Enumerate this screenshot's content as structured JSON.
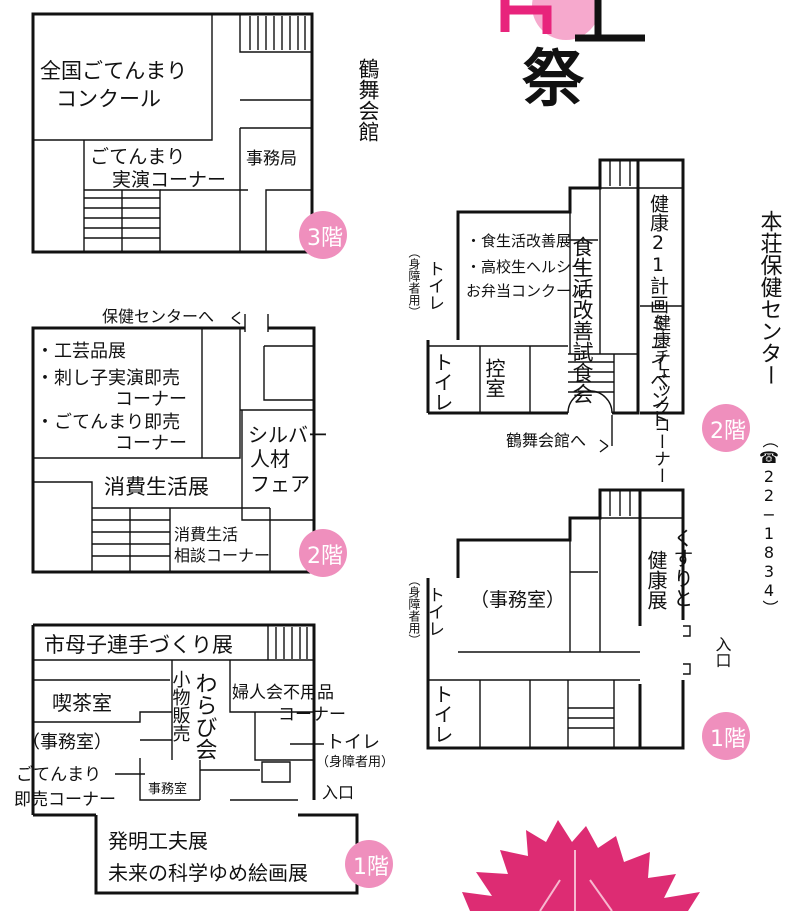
{
  "title": {
    "partial": "祭"
  },
  "colors": {
    "badge": "#ef8fbd",
    "leaf": "#dd2c73",
    "title_pink": "#e8247c",
    "title_pink_light": "#f6a9cd"
  },
  "kakubukaikan": {
    "building_name": "鶴舞会館",
    "floor3": {
      "badge": "3階",
      "rooms": {
        "contest_l1": "全国ごてんまり",
        "contest_l2": "コンクール",
        "demo_l1": "ごてんまり",
        "demo_l2": "実演コーナー",
        "office": "事務局"
      }
    },
    "floor2": {
      "badge": "2階",
      "to_health_center": "保健センターへ",
      "rooms": {
        "crafts": "・工芸品展",
        "sashiko_l1": "・刺し子実演即売",
        "sashiko_l2": "コーナー",
        "gotenmari_l1": "・ごてんまり即売",
        "gotenmari_l2": "コーナー",
        "silver_l1": "シルバー",
        "silver_l2": "人材",
        "silver_l3": "フェア",
        "consumer": "消費生活展",
        "consult_l1": "消費生活",
        "consult_l2": "相談コーナー"
      }
    },
    "floor1": {
      "badge": "1階",
      "entrance": "入口",
      "rooms": {
        "boshi": "市母子連手づくり展",
        "cafe": "喫茶室",
        "office_paren": "（事務室）",
        "goods_sale": "小物販売",
        "wara": "わらび会",
        "fujinkai_l1": "婦人会不用品",
        "fujinkai_l2": "コーナー",
        "toilet": "トイレ",
        "toilet_note": "（身障者用）",
        "gotenmari_l1": "ごてんまり",
        "gotenmari_l2": "即売コーナー",
        "office_small": "事務室",
        "invention_l1": "発明工夫展",
        "invention_l2": "未来の科学ゆめ絵画展"
      }
    }
  },
  "honjo_health_center": {
    "building_name": "本荘保健センター",
    "phone": "（☎22−1834）",
    "floor2": {
      "badge": "2階",
      "to_kakubu": "鶴舞会館へ",
      "rooms": {
        "shoku1": "・食生活改善展",
        "shoku2": "・高校生ヘルシー",
        "shoku3": "お弁当コンクール",
        "toilet_access": "トイレ",
        "toilet_access_note": "（身障者用）",
        "tasting": "食生活改善試食会",
        "mini_event": "健康21計画ミニイベント",
        "health_check": "健康チェックコーナー",
        "toilet": "トイレ",
        "waiting": "控室"
      }
    },
    "floor1": {
      "badge": "1階",
      "entrance": "入口",
      "rooms": {
        "office": "（事務室）",
        "toilet_access": "トイレ",
        "toilet_access_note": "（身障者用）",
        "medicine_l1": "くすりと",
        "medicine_l2": "健康展",
        "toilet": "トイレ"
      }
    }
  }
}
